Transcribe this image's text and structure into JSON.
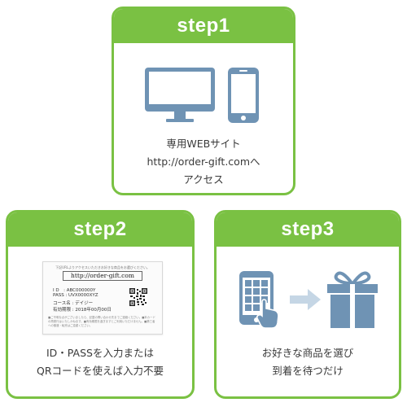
{
  "steps": [
    {
      "title": "step1",
      "icons": [
        "desktop-monitor-icon",
        "smartphone-icon"
      ],
      "description_lines": [
        "専用WEBサイト",
        "http://order-gift.comへ",
        "アクセス"
      ]
    },
    {
      "title": "step2",
      "card": {
        "top_text": "下記URLよりアクセスいただきお好きな商品をお選びください。",
        "url": "http://order-gift.com",
        "id_line": "I D　: ABC000000Y",
        "pass_line": "PASS : UVX0000XYZ",
        "course_line": "コース名 : デイジー",
        "expiry_line": "有効期限 : 2018年00月00日",
        "footer_text": "■ご不明な点がございましたら、記載の問い合わせ先までご連絡ください。■本カードの再発行はいたしかねます。■有効期限を過ぎますとご利用いただけません。■第三者への譲渡・転売はご遠慮ください。"
      },
      "description_lines": [
        "ID・PASSを入力または",
        "QRコードを使えば入力不要"
      ]
    },
    {
      "title": "step3",
      "icons": [
        "phone-select-icon",
        "arrow-right-icon",
        "gift-box-icon"
      ],
      "description_lines": [
        "お好きな商品を選び",
        "到着を待つだけ"
      ]
    }
  ],
  "colors": {
    "accent_green": "#7ac143",
    "icon_blue": "#6f93b4",
    "arrow_light_blue": "#c5d6e5"
  }
}
